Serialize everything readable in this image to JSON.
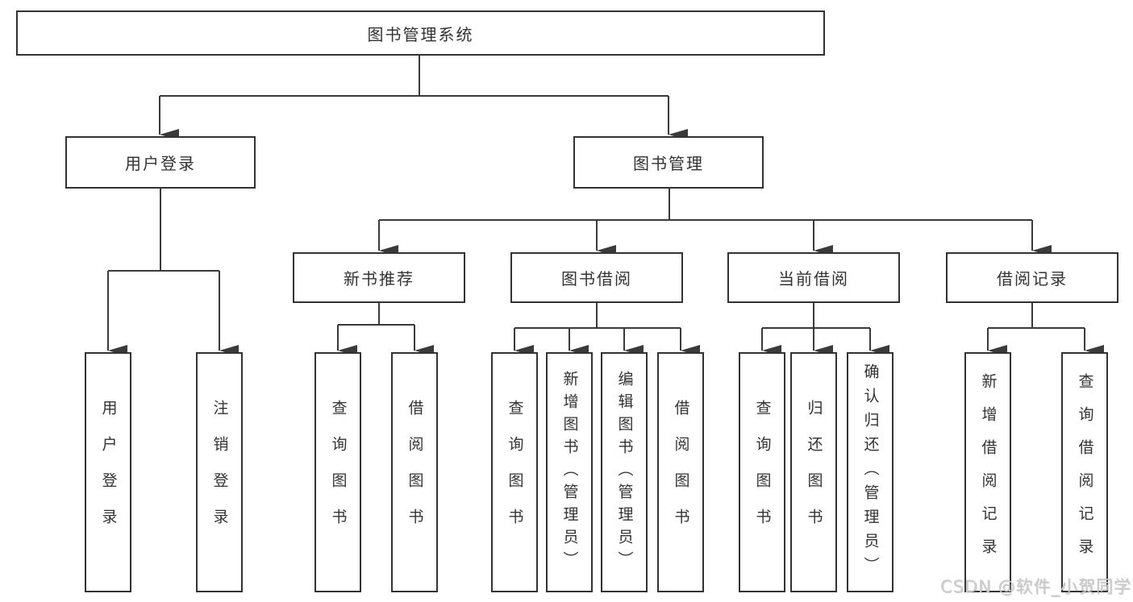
{
  "tree": {
    "root": "图书管理系统",
    "children": [
      {
        "label": "用户登录",
        "children": [
          {
            "label": "用户登录"
          },
          {
            "label": "注销登录"
          }
        ]
      },
      {
        "label": "图书管理",
        "children": [
          {
            "label": "新书推荐",
            "children": [
              {
                "label": "查询图书"
              },
              {
                "label": "借阅图书"
              }
            ]
          },
          {
            "label": "图书借阅",
            "children": [
              {
                "label": "查询图书"
              },
              {
                "label": "新增图书（管理员）"
              },
              {
                "label": "编辑图书（管理员）"
              },
              {
                "label": "借阅图书"
              }
            ]
          },
          {
            "label": "当前借阅",
            "children": [
              {
                "label": "查询图书"
              },
              {
                "label": "归还图书"
              },
              {
                "label": "确认归还（管理员）"
              }
            ]
          },
          {
            "label": "借阅记录",
            "children": [
              {
                "label": "新增借阅记录"
              },
              {
                "label": "查询借阅记录"
              }
            ]
          }
        ]
      }
    ]
  },
  "watermark": "CSDN @软件_小贺同学",
  "colors": {
    "line": "#3a3a3a",
    "box_border": "#333333",
    "text": "#333333",
    "background": "#ffffff",
    "watermark": "#cbcbcb"
  }
}
